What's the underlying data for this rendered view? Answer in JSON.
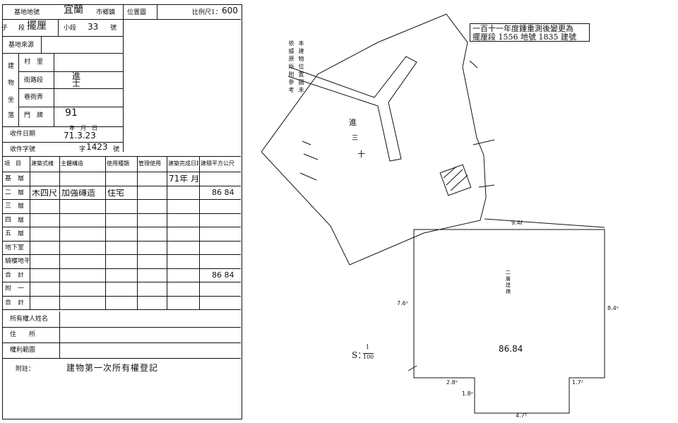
{
  "form": {
    "top": {
      "district_label": "基地地號",
      "district_value": "宜蘭",
      "township_label": "市鄉鎮",
      "location_label": "位置圖",
      "scale_label": "比例尺1：",
      "scale_value": "600"
    },
    "section": {
      "label": "段",
      "value": "擺厘",
      "prefix": "子",
      "small_section_label": "小段",
      "lot_label": "號",
      "lot_value": "33"
    },
    "source_label": "基地來源",
    "building_location": {
      "side_chars": [
        "建",
        "物",
        "坐",
        "落"
      ],
      "rows": [
        {
          "label": "村　里",
          "value": ""
        },
        {
          "label": "街路段",
          "value": "進士"
        },
        {
          "label": "巷衖弄",
          "value": ""
        },
        {
          "label": "門　牌",
          "value": "91"
        }
      ]
    },
    "receipt": {
      "date_label": "收件日期",
      "date_value": "71.3.23",
      "date_units": "年　月　日",
      "number_label": "收件字號",
      "number_value": "1423",
      "number_prefix": "字",
      "number_suffix": "號"
    },
    "table": {
      "headers": [
        "項　目",
        "建築式樣",
        "主體構造",
        "使用種類",
        "管理使用",
        "建築完成日期",
        "建積平方公尺"
      ],
      "rows": [
        {
          "item": "基　層",
          "style": "",
          "structure": "",
          "use": "",
          "mgmt": "",
          "date": "71年 月",
          "area": ""
        },
        {
          "item": "二　層",
          "style": "木四尺",
          "structure": "加強磚造",
          "use": "住宅",
          "mgmt": "",
          "date": "",
          "area": "86 84"
        },
        {
          "item": "三　層",
          "style": "",
          "structure": "",
          "use": "",
          "mgmt": "",
          "date": "",
          "area": ""
        },
        {
          "item": "四　層",
          "style": "",
          "structure": "",
          "use": "",
          "mgmt": "",
          "date": "",
          "area": ""
        },
        {
          "item": "五　層",
          "style": "",
          "structure": "",
          "use": "",
          "mgmt": "",
          "date": "",
          "area": ""
        },
        {
          "item": "地下室",
          "style": "",
          "structure": "",
          "use": "",
          "mgmt": "",
          "date": "",
          "area": ""
        },
        {
          "item": "騎樓地平面",
          "style": "",
          "structure": "",
          "use": "",
          "mgmt": "",
          "date": "",
          "area": ""
        },
        {
          "item": "合　計",
          "style": "",
          "structure": "",
          "use": "",
          "mgmt": "",
          "date": "",
          "area": "86 84"
        },
        {
          "item": "附　一",
          "style": "",
          "structure": "",
          "use": "",
          "mgmt": "",
          "date": "",
          "area": ""
        },
        {
          "item": "合　計",
          "style": "",
          "structure": "",
          "use": "",
          "mgmt": "",
          "date": "",
          "area": ""
        }
      ]
    },
    "owner": {
      "name_label": "所有權人姓名",
      "address_label": "住　　所",
      "scope_label": "權利範圍"
    },
    "remark": {
      "label": "附註：",
      "value": "建物第一次所有權登記"
    }
  },
  "drawing": {
    "note_line1": "一百十一年度鍾重測後變更為",
    "note_line2": "擺厘段 1556 地號 1835 建號",
    "side_note_cols": [
      "本",
      "建",
      "物",
      "位",
      "置",
      "圖",
      "未"
    ],
    "side_note_cols2": [
      "依",
      "據",
      "原",
      "所",
      "附",
      "參",
      "考"
    ],
    "road_chars": [
      "進",
      "三",
      "十"
    ],
    "scale_label": "S：",
    "scale_num": "1",
    "scale_den": "100",
    "building_label_lines": [
      "二",
      "層",
      "建",
      "積"
    ],
    "area_value": "86.84",
    "dims": {
      "top": "9.4ℓ",
      "left": "7.6ᵒ",
      "right": "8.4ᵒ",
      "bottom_left": "2.8ᵒ",
      "notch": "1.8ᵒ",
      "bottom_right": "1.7²",
      "bottom": "4.7³"
    }
  }
}
